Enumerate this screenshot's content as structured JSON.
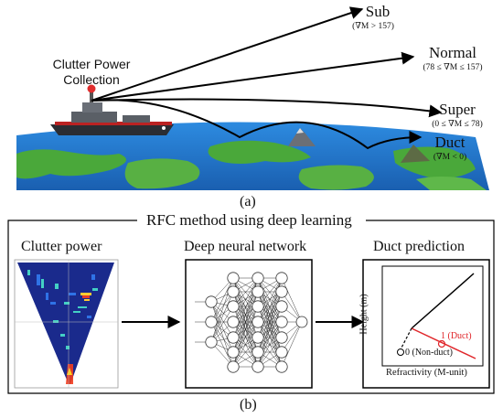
{
  "part_a": {
    "caption": "(a)",
    "collector_label_line1": "Clutter Power",
    "collector_label_line2": "Collection",
    "rays": [
      {
        "name": "Sub",
        "range": "(∇M > 157)"
      },
      {
        "name": "Normal",
        "range": "(78 ≤ ∇M ≤ 157)"
      },
      {
        "name": "Super",
        "range": "(0 ≤ ∇M ≤ 78)"
      },
      {
        "name": "Duct",
        "range": "(∇M < 0)"
      }
    ]
  },
  "part_b": {
    "caption": "(b)",
    "frame_title": "RFC method using deep learning",
    "stage1_title": "Clutter power",
    "stage2_title": "Deep neural network",
    "stage3_title": "Duct prediction",
    "plot": {
      "ylabel": "Height (m)",
      "xlabel": "Refractivity (M-unit)",
      "label_duct": "1 (Duct)",
      "label_nonduct": "0 (Non-duct)"
    },
    "colors": {
      "duct": "#e0262a",
      "ocean": "#1f6fc4",
      "land": "#47a23a"
    }
  }
}
